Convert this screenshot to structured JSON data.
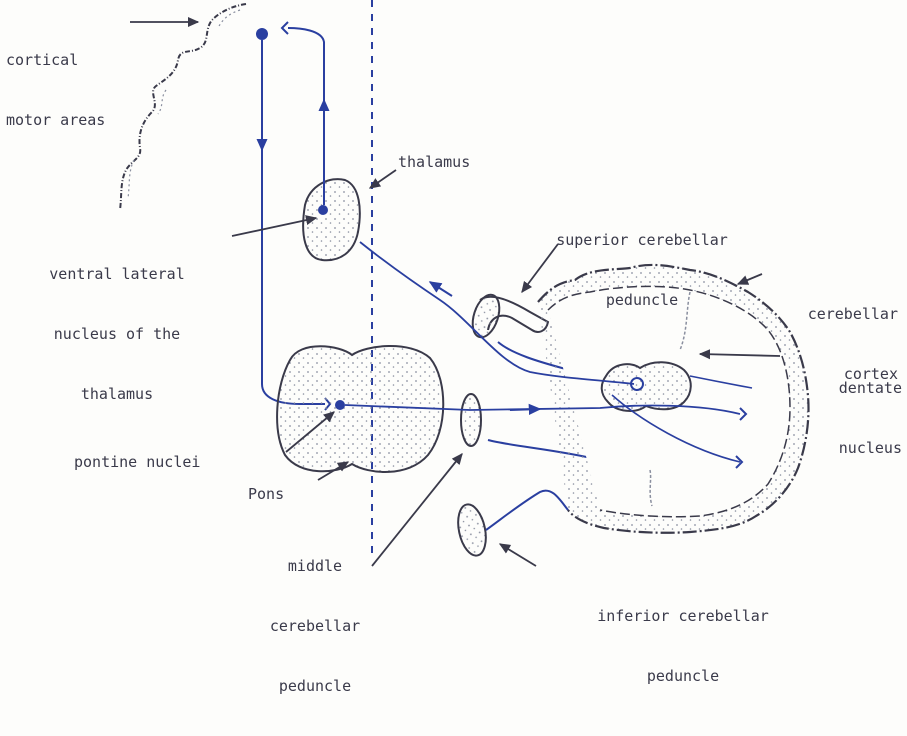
{
  "labels": {
    "cortical_motor_areas": [
      "cortical",
      "motor areas"
    ],
    "thalamus": "thalamus",
    "ventral_lateral_nucleus": [
      "ventral lateral",
      "nucleus of the",
      "thalamus"
    ],
    "superior_cerebellar_peduncle": [
      "superior cerebellar",
      "peduncle"
    ],
    "cerebellar_cortex": [
      "cerebellar",
      "cortex"
    ],
    "dentate_nucleus": [
      "dentate",
      "nucleus"
    ],
    "pontine_nuclei": "pontine nuclei",
    "pons": "Pons",
    "middle_cerebellar_peduncle": [
      "middle",
      "cerebellar",
      "peduncle"
    ],
    "inferior_cerebellar_peduncle": [
      "inferior cerebellar",
      "peduncle"
    ]
  },
  "colors": {
    "ink": "#2a3fa0",
    "label": "#3a3a4a",
    "stipple": "#8a8f9f"
  }
}
